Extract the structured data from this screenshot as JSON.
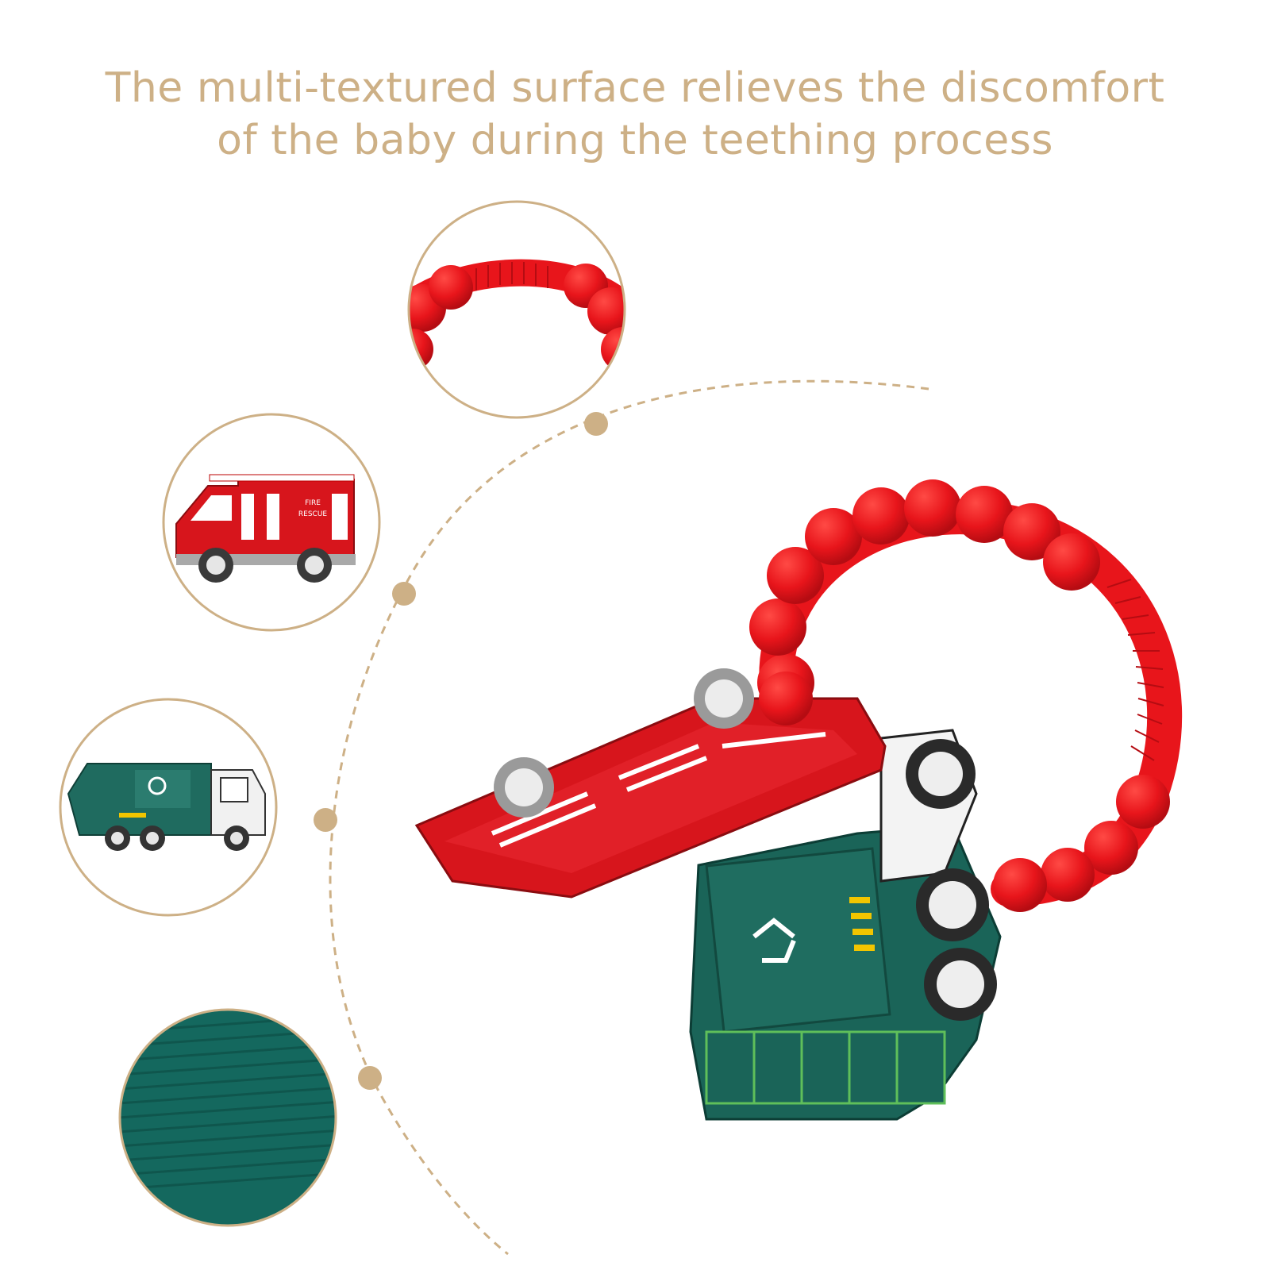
{
  "headline": {
    "line1": "The multi-textured surface relieves the discomfort",
    "line2": "of the baby during the teething process"
  },
  "truck_labels": {
    "fire_top": "FIRE",
    "fire_bottom": "RESCUE"
  },
  "colors": {
    "accent": "#cdb086",
    "bead_red": "#e8151b",
    "teal": "#1f6b5f",
    "fire_red": "#d7151c"
  },
  "icons": {
    "recycle": "recycle-icon"
  }
}
